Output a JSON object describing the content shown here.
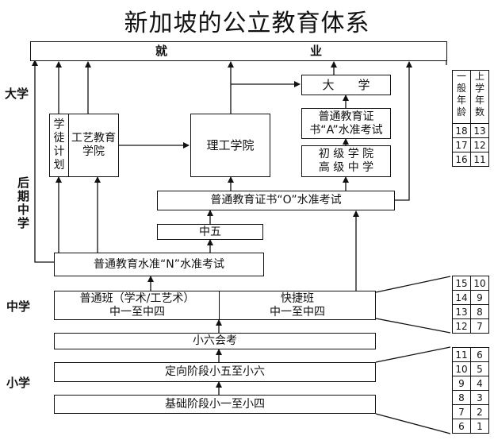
{
  "title": "新加坡的公立教育体系",
  "employment": {
    "left": "就",
    "right": "业"
  },
  "side_labels": {
    "university": "大学",
    "late_secondary": "后期中学",
    "secondary": "中学",
    "primary": "小学"
  },
  "boxes": {
    "apprentice": "学徒计划",
    "ite": "工艺教育学院",
    "polytechnic": "理工学院",
    "university": "大　　学",
    "a_level": "普通教育证书“A”水准考试",
    "junior_college": "初 级 学 院\n高 级 中 学",
    "o_level": "普通教育证书“O”水准考试",
    "sec5": "中五",
    "n_level": "普通教育水准“N”水准考试",
    "normal": "普通班（学术/工艺术）\n中一至中四",
    "express": "快捷班\n中一至中四",
    "psle": "小六会考",
    "orientation": "定向阶段小五至小六",
    "foundation": "基础阶段小一至小四"
  },
  "age_table_upper": {
    "headers": [
      "一般年龄",
      "上学年数"
    ],
    "rows": [
      [
        "18",
        "13"
      ],
      [
        "17",
        "12"
      ],
      [
        "16",
        "11"
      ]
    ]
  },
  "age_table_secondary": {
    "rows": [
      [
        "15",
        "10"
      ],
      [
        "14",
        "9"
      ],
      [
        "13",
        "8"
      ],
      [
        "12",
        "7"
      ]
    ]
  },
  "age_table_primary": {
    "rows": [
      [
        "11",
        "6"
      ],
      [
        "10",
        "5"
      ],
      [
        "9",
        "4"
      ],
      [
        "8",
        "3"
      ],
      [
        "7",
        "2"
      ],
      [
        "6",
        "1"
      ]
    ]
  }
}
